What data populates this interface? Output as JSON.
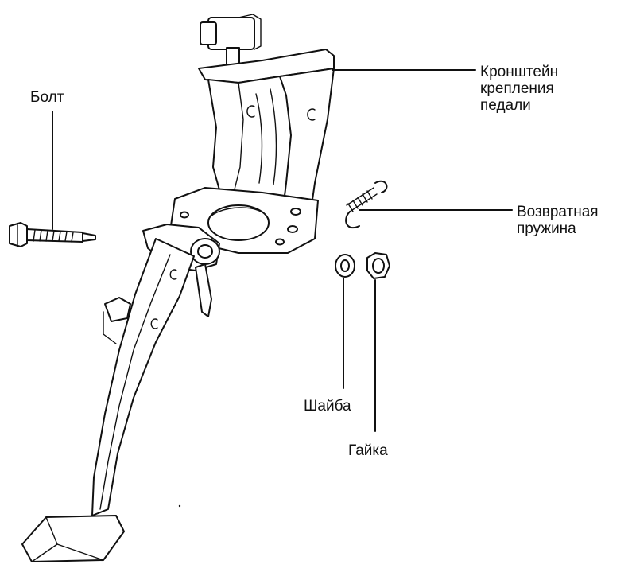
{
  "labels": {
    "bolt": "Болт",
    "bracket": [
      "Кронштейн",
      "крепления",
      "педали"
    ],
    "spring": [
      "Возвратная",
      "пружина"
    ],
    "washer": "Шайба",
    "nut": "Гайка"
  },
  "colors": {
    "ink": "#111111",
    "paper": "#ffffff"
  }
}
